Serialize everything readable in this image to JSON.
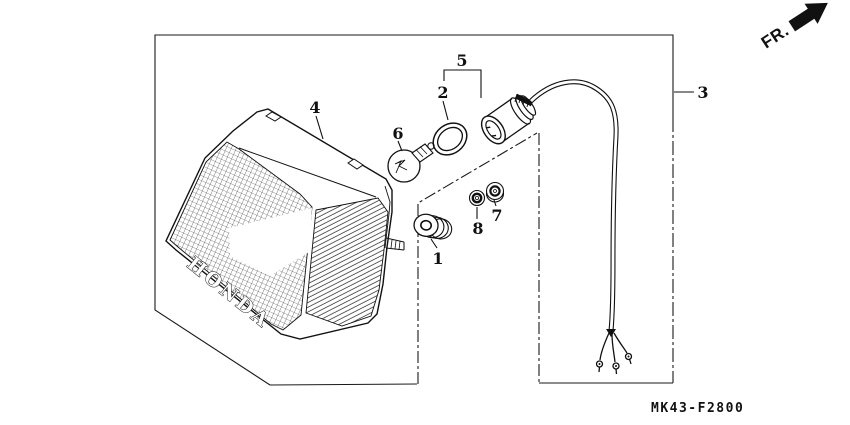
{
  "diagram": {
    "part_code": "MK43-F2800",
    "direction_label": "FR.",
    "brand": "HONDA",
    "callouts": {
      "n1": "1",
      "n2": "2",
      "n3": "3",
      "n4": "4",
      "n5": "5",
      "n6": "6",
      "n7": "7",
      "n8": "8"
    }
  }
}
